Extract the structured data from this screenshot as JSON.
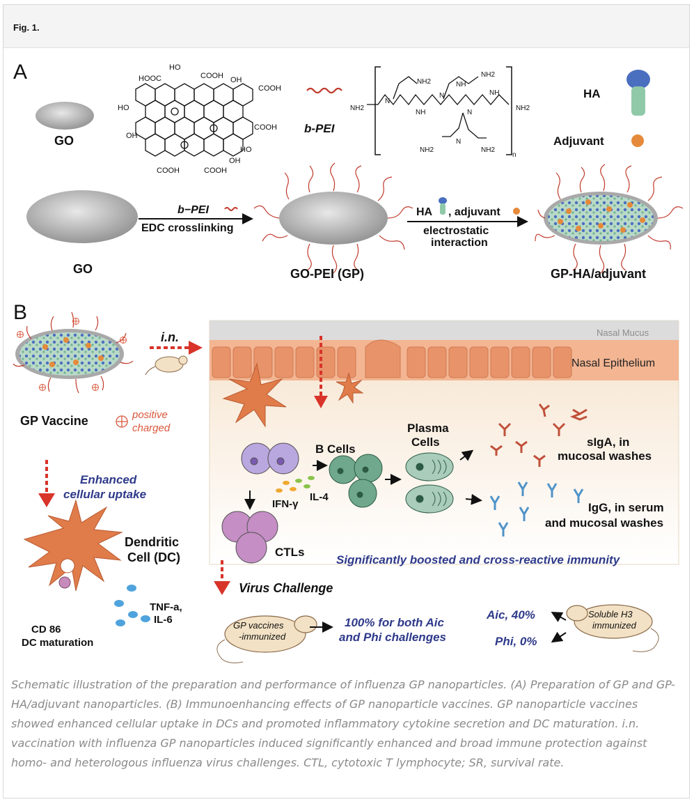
{
  "figure": {
    "label": "Fig. 1.",
    "caption": "Schematic illustration of the preparation and performance of influenza GP nanoparticles. (A) Preparation of GP and GP-HA/adjuvant nanoparticles. (B) Immunoenhancing effects of GP nanoparticle vaccines. GP nanoparticle vaccines showed enhanced cellular uptake in DCs and promoted inflammatory cytokine secretion and DC maturation. i.n. vaccination with influenza GP nanoparticles induced significantly enhanced and broad immune protection against homo- and heterologous influenza virus challenges. CTL, cytotoxic T lymphocyte; SR, survival rate."
  },
  "panel_a": {
    "letter": "A",
    "go_label": "GO",
    "bpei_label": "b-PEI",
    "ha_label": "HA",
    "adjuvant_label": "Adjuvant",
    "chem_groups": {
      "cooh": "COOH",
      "hooc": "HOOC",
      "ho": "HO",
      "oh": "OH",
      "nh2": "NH2",
      "nh": "NH",
      "n": "N",
      "n_sub": "n"
    },
    "step1_top": "b−PEI",
    "step1_bottom": "EDC crosslinking",
    "step2_top": "HA",
    "step2_top_suffix": ", adjuvant",
    "step2_mid": "electrostatic",
    "step2_bottom": "interaction",
    "product1_label": "GO",
    "product2_label": "GO-PEI (GP)",
    "product3_label": "GP-HA/adjuvant"
  },
  "panel_b": {
    "letter": "B",
    "route_label": "i.n.",
    "nasal_mucus": "Nasal Mucus",
    "nasal_epithelium": "Nasal Epithelium",
    "gp_vaccine": "GP Vaccine",
    "positive_line1": "positive",
    "positive_line2": "charged",
    "uptake_line1": "Enhanced",
    "uptake_line2": "cellular uptake",
    "dc_line1": "Dendritic",
    "dc_line2": "Cell (DC)",
    "cytokine_line1": "TNF-a,",
    "cytokine_line2": "IL-6",
    "cd86": "CD 86",
    "dc_maturation": "DC maturation",
    "b_cells": "B Cells",
    "plasma_line1": "Plasma",
    "plasma_line2": "Cells",
    "il4": "IL-4",
    "ifn": "IFN-γ",
    "ctls": "CTLs",
    "siga_line1": "sIgA, in",
    "siga_line2": "mucosal washes",
    "igg_line1": "IgG, in serum",
    "igg_line2": "and mucosal washes",
    "boosted": "Significantly boosted and cross-reactive immunity",
    "virus_challenge": "Virus Challenge",
    "gp_mouse_line1": "GP vaccines",
    "gp_mouse_line2": "-immunized",
    "protection_line1": "100% for both Aic",
    "protection_line2": "and Phi challenges",
    "aic_result": "Aic, 40%",
    "phi_result": "Phi, 0%",
    "soluble_line1": "Soluble H3",
    "soluble_line2": "immunized"
  },
  "colors": {
    "accent_red": "#d8342a",
    "dc_orange": "#e07b4a",
    "italic_blue": "#2e3a8a",
    "gray_sheet": "#b9b9b9",
    "antibody_blue": "#4f93c9",
    "antibody_red": "#c0503a",
    "bcell_green": "#3f7a60",
    "ctl_purple": "#a86aa8",
    "caption_gray": "#8a8a8a"
  }
}
